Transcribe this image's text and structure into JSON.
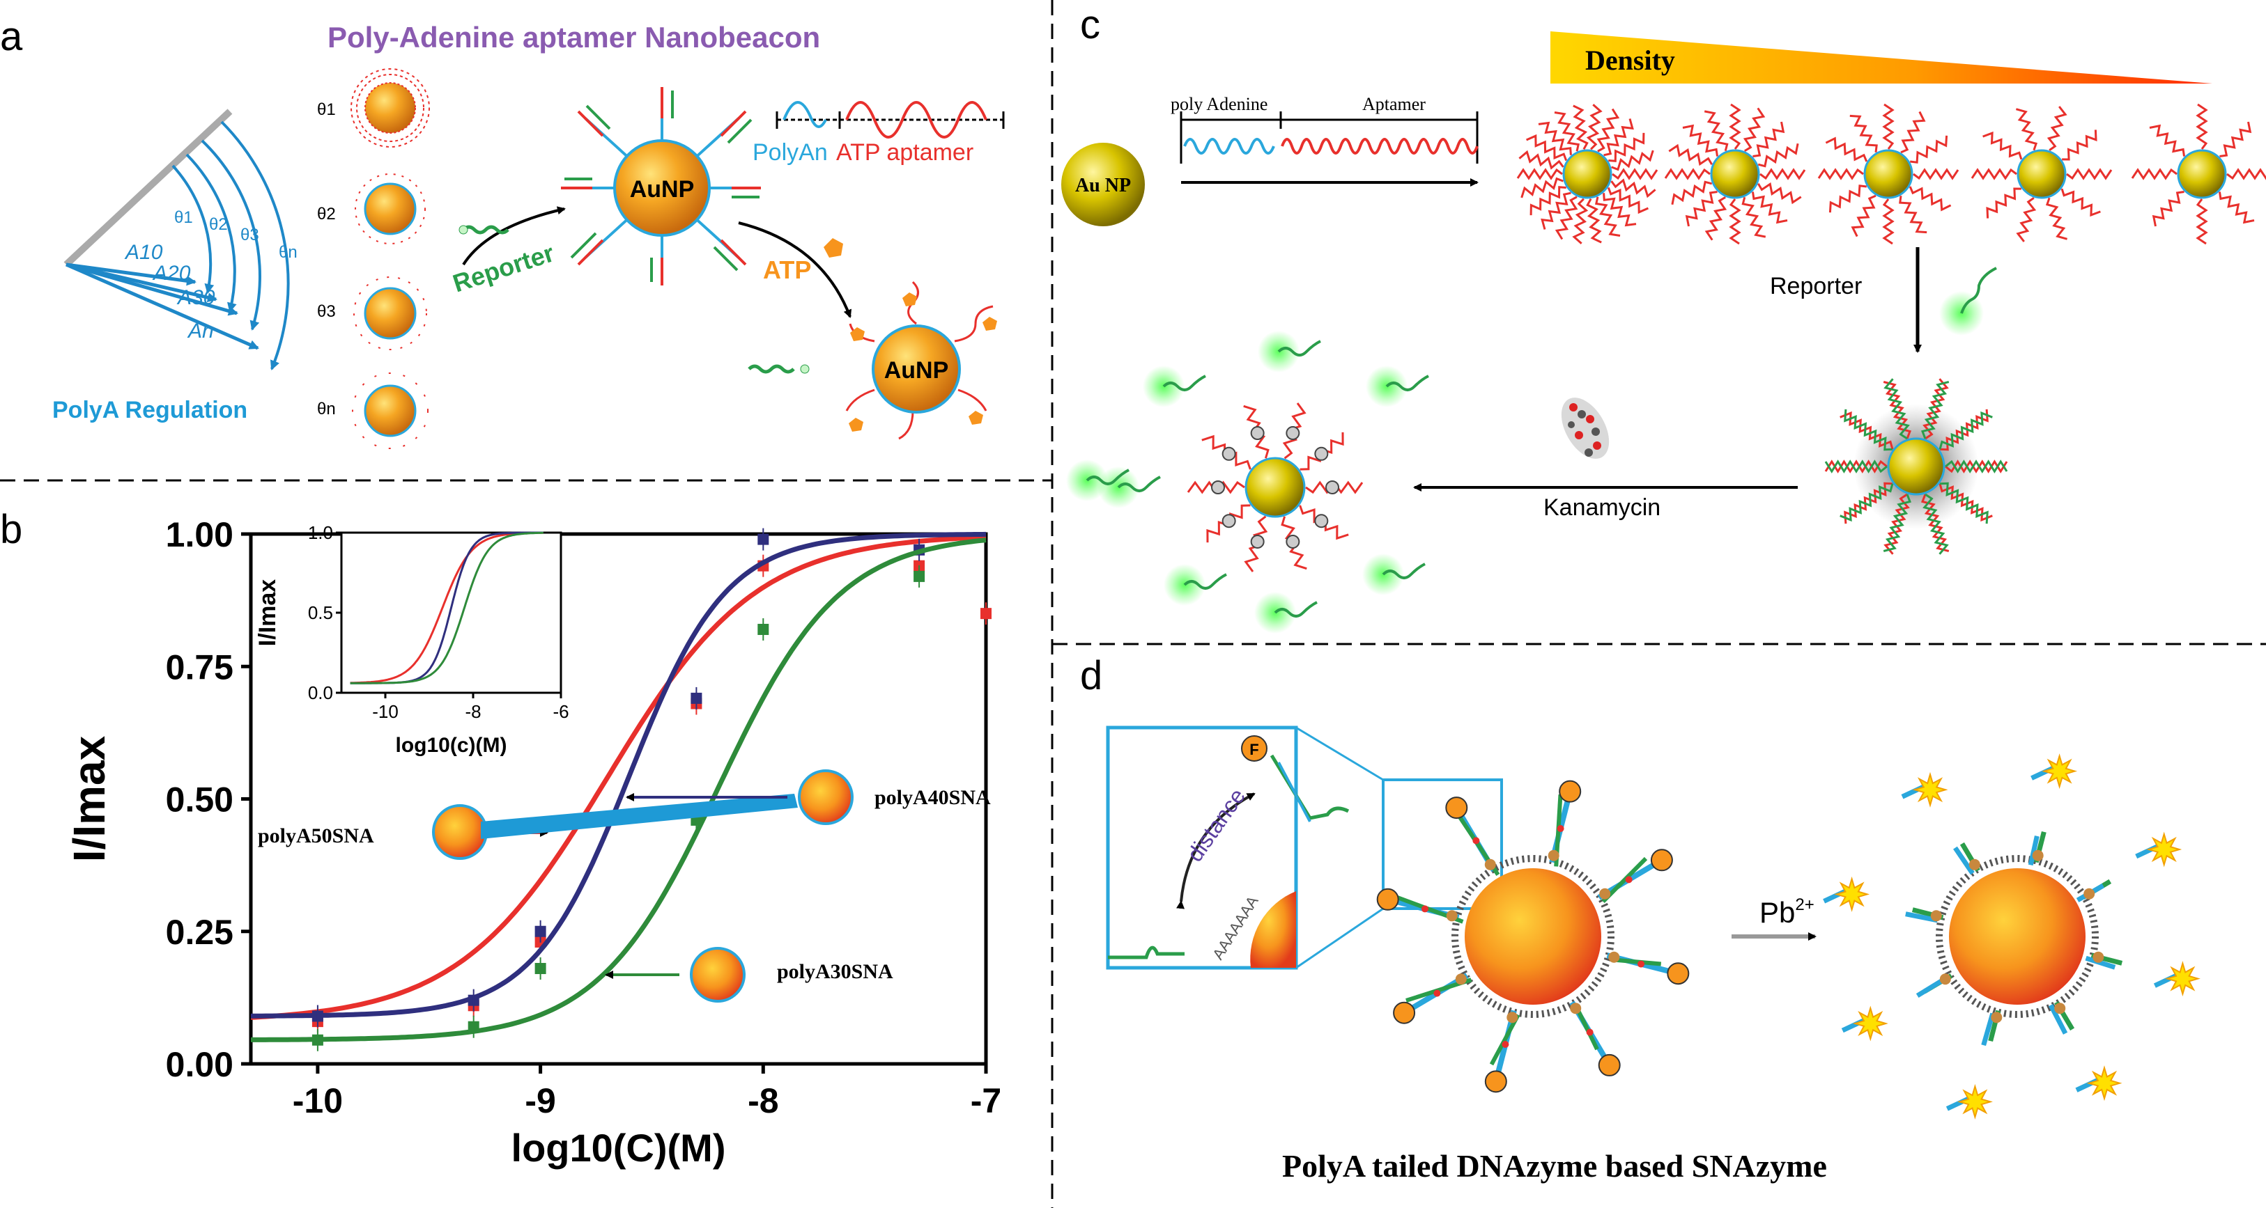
{
  "panels": {
    "a": {
      "letter": "a",
      "title": "Poly-Adenine aptamer  Nanobeacon",
      "arms": [
        "A10",
        "A20",
        "A30",
        "An"
      ],
      "angles": [
        "θ1",
        "θ2",
        "θ3",
        "θn"
      ],
      "regulation": "PolyA Regulation",
      "reporter": "Reporter",
      "auNP": "AuNP",
      "atp": "ATP",
      "polyAn": "PolyAn",
      "atpAptamer": "ATP aptamer"
    },
    "b": {
      "letter": "b",
      "labels": {
        "polyA50": "polyA50SNA",
        "polyA40": "polyA40SNA",
        "polyA30": "polyA30SNA"
      }
    },
    "c": {
      "letter": "c",
      "density": "Density",
      "polyAdenine": "poly Adenine",
      "aptamer": "Aptamer",
      "auNP": "Au NP",
      "reporter": "Reporter",
      "kanamycin": "Kanamycin"
    },
    "d": {
      "letter": "d",
      "distance": "distance",
      "polyA_text": "AAAAAAA",
      "pb": "Pb",
      "pb_sup": "2+",
      "f": "F",
      "caption": "PolyA tailed  DNAzyme based SNAzyme"
    }
  },
  "colors": {
    "red": "#e8302c",
    "navy": "#2f2f7e",
    "green": "#2e8b3a",
    "cyan": "#2aa7dc",
    "purple": "#8a5bb0",
    "orange": "#f7941d"
  },
  "chart_data": [
    {
      "type": "line",
      "title": "",
      "xlabel": "log10(C)(M)",
      "ylabel": "I/Imax",
      "xlim": [
        -10.3,
        -7
      ],
      "ylim": [
        0,
        1
      ],
      "xticks": [
        -10,
        -9,
        -8,
        -7
      ],
      "yticks": [
        0.0,
        0.25,
        0.5,
        0.75,
        1.0
      ],
      "xtick_labels": [
        "-10",
        "-9",
        "-8",
        "-7"
      ],
      "ytick_labels": [
        "0.00",
        "0.25",
        "0.50",
        "0.75",
        "1.00"
      ],
      "series": [
        {
          "color": "#e8302c",
          "fit": {
            "bottom": 0.08,
            "top": 1.0,
            "x50": -8.7,
            "slope": 1.3
          },
          "points": [
            [
              -10,
              0.08
            ],
            [
              -9.3,
              0.11
            ],
            [
              -9,
              0.23
            ],
            [
              -8.3,
              0.68
            ],
            [
              -8,
              0.94
            ],
            [
              -7.3,
              0.94
            ],
            [
              -7,
              0.85
            ]
          ]
        },
        {
          "color": "#2f2f7e",
          "fit": {
            "bottom": 0.09,
            "top": 1.0,
            "x50": -8.6,
            "slope": 2.0
          },
          "points": [
            [
              -10,
              0.09
            ],
            [
              -9.3,
              0.12
            ],
            [
              -9,
              0.25
            ],
            [
              -8.3,
              0.69
            ],
            [
              -8,
              0.99
            ],
            [
              -7.3,
              0.97
            ]
          ]
        },
        {
          "color": "#2e8b3a",
          "fit": {
            "bottom": 0.045,
            "top": 1.0,
            "x50": -8.2,
            "slope": 1.6
          },
          "points": [
            [
              -10,
              0.045
            ],
            [
              -9.3,
              0.07
            ],
            [
              -9,
              0.18
            ],
            [
              -8.3,
              0.46
            ],
            [
              -8,
              0.82
            ],
            [
              -7.3,
              0.92
            ]
          ]
        }
      ]
    },
    {
      "type": "line",
      "title": "inset",
      "xlabel": "log10(c)(M)",
      "ylabel": "I/Imax",
      "xlim": [
        -11,
        -6
      ],
      "ylim": [
        0,
        1
      ],
      "xticks": [
        -10,
        -8,
        -6
      ],
      "yticks": [
        0.0,
        0.5,
        1.0
      ],
      "xtick_labels": [
        "-10",
        "-8",
        "-6"
      ],
      "ytick_labels": [
        "0.0",
        "0.5",
        "1.0"
      ],
      "series": [
        {
          "color": "#e8302c",
          "fit": {
            "bottom": 0.06,
            "top": 1.0,
            "x50": -8.7,
            "slope": 1.3
          }
        },
        {
          "color": "#2f2f7e",
          "fit": {
            "bottom": 0.06,
            "top": 1.0,
            "x50": -8.5,
            "slope": 2.0
          }
        },
        {
          "color": "#2e8b3a",
          "fit": {
            "bottom": 0.06,
            "top": 1.0,
            "x50": -8.2,
            "slope": 1.6
          }
        }
      ]
    }
  ]
}
